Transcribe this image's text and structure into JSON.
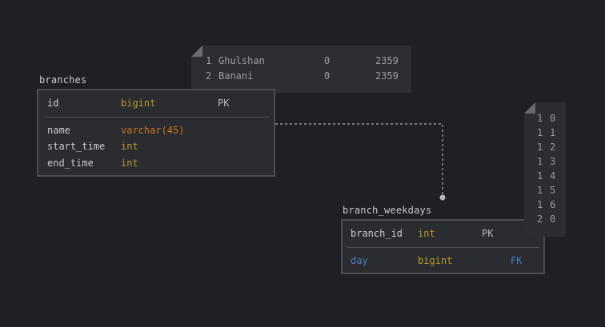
{
  "diagram": {
    "tables": [
      {
        "name": "branches",
        "columns": [
          {
            "name": "id",
            "type": "bigint",
            "key": "PK"
          },
          {
            "name": "name",
            "type": "varchar(45)",
            "key": ""
          },
          {
            "name": "start_time",
            "type": "int",
            "key": ""
          },
          {
            "name": "end_time",
            "type": "int",
            "key": ""
          }
        ],
        "sample_rows": [
          [
            "1",
            "Ghulshan",
            "0",
            "2359"
          ],
          [
            "2",
            "Banani",
            "0",
            "2359"
          ]
        ]
      },
      {
        "name": "branch_weekdays",
        "columns": [
          {
            "name": "branch_id",
            "type": "int",
            "key": "PK"
          },
          {
            "name": "day",
            "type": "bigint",
            "key": "FK"
          }
        ],
        "sample_rows": [
          [
            "1",
            "0"
          ],
          [
            "1",
            "1"
          ],
          [
            "1",
            "2"
          ],
          [
            "1",
            "3"
          ],
          [
            "1",
            "4"
          ],
          [
            "1",
            "5"
          ],
          [
            "1",
            "6"
          ],
          [
            "2",
            "0"
          ]
        ]
      }
    ],
    "relationship": {
      "from": "branches",
      "to": "branch_weekdays",
      "style": "dashed"
    }
  },
  "colors": {
    "background": "#1f2023",
    "box_fill": "#2a2c30",
    "box_border": "#4a4c52",
    "type_gold": "#b99a2c",
    "type_orange": "#c7771f",
    "fk_blue": "#4a7cc4"
  }
}
